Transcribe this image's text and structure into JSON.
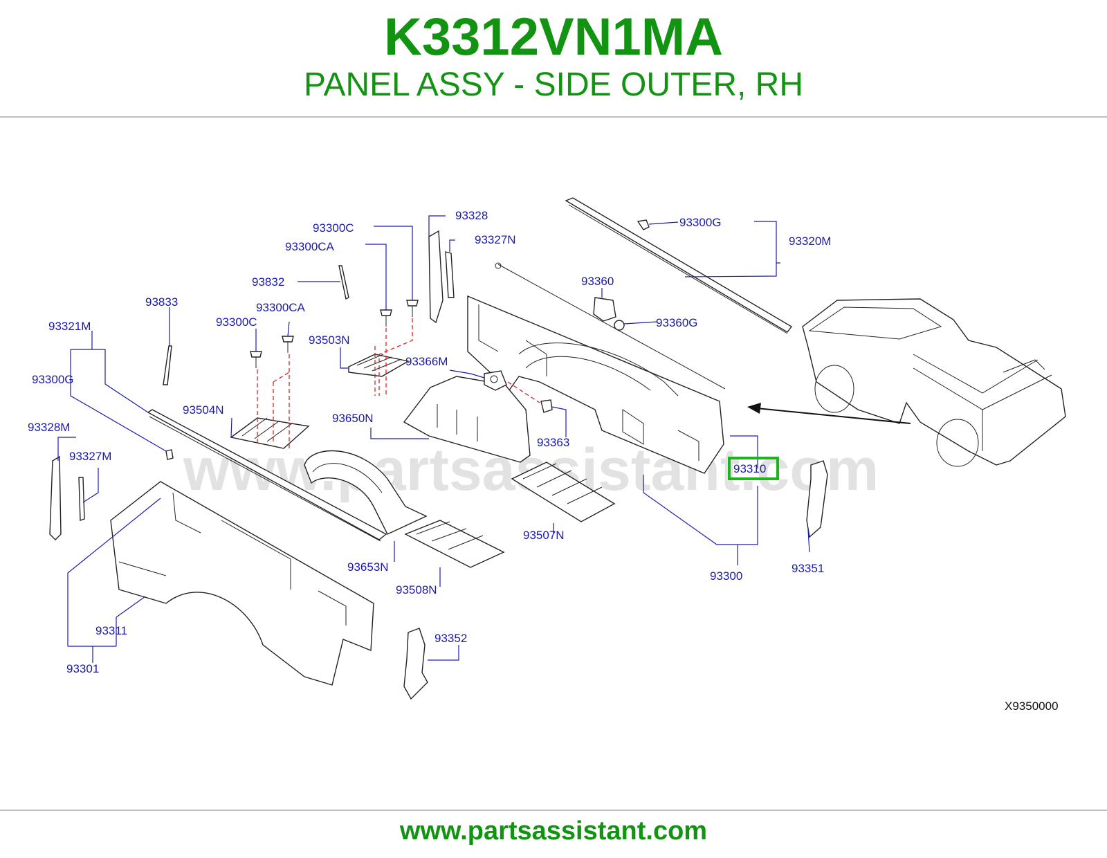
{
  "header": {
    "part_number": "K3312VN1MA",
    "description": "PANEL ASSY - SIDE OUTER, RH"
  },
  "diagram": {
    "watermark": "www.partsassistant.com",
    "highlighted_label": "93310",
    "highlight_color": "#1db51d",
    "code": "X9350000",
    "labels": {
      "l93328": "93328",
      "l93300c_top": "93300C",
      "l93327n_top": "93327N",
      "l93300ca_top": "93300CA",
      "l93832": "93832",
      "l93833": "93833",
      "l93300ca_mid": "93300CA",
      "l93300c_mid": "93300C",
      "l93321m": "93321M",
      "l93503n": "93503N",
      "l93366m": "93366M",
      "l93300g_left": "93300G",
      "l93504n": "93504N",
      "l93650n": "93650N",
      "l93363": "93363",
      "l93328m": "93328M",
      "l93327m": "93327M",
      "l93300g_top": "93300G",
      "l93320m": "93320M",
      "l93360": "93360",
      "l93360g": "93360G",
      "l93310": "93310",
      "l93507n": "93507N",
      "l93351": "93351",
      "l93300": "93300",
      "l93653n": "93653N",
      "l93508n": "93508N",
      "l93311": "93311",
      "l93301": "93301",
      "l93352": "93352"
    }
  },
  "footer": {
    "url": "www.partsassistant.com"
  }
}
